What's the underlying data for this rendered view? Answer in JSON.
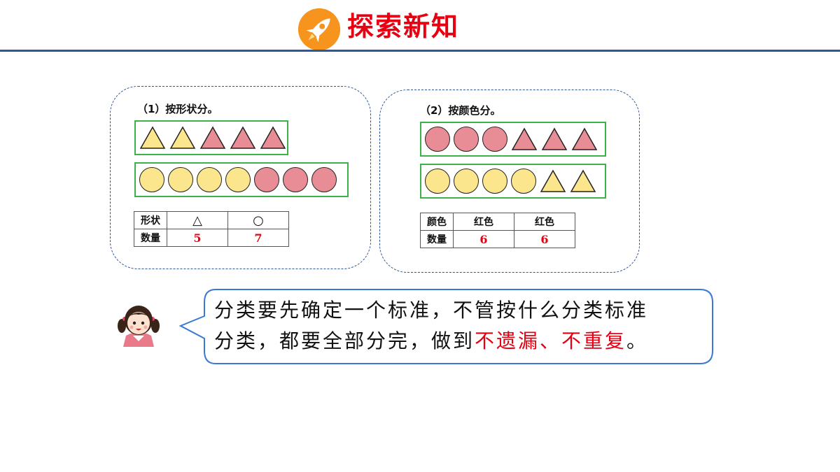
{
  "header": {
    "title": "探索新知",
    "icon": "rocket-icon",
    "accent": "#e60012"
  },
  "panel1": {
    "title": "（1）按形状分。",
    "row1": [
      "yellow-triangle",
      "yellow-triangle",
      "pink-triangle",
      "pink-triangle",
      "pink-triangle"
    ],
    "row2": [
      "yellow-circle",
      "yellow-circle",
      "yellow-circle",
      "yellow-circle",
      "pink-circle",
      "pink-circle",
      "pink-circle"
    ],
    "table": {
      "row_label": "形状",
      "count_label": "数量",
      "col1": "△",
      "col2": "○",
      "val1": "5",
      "val2": "7"
    }
  },
  "panel2": {
    "title": "（2）按颜色分。",
    "row1": [
      "pink-circle",
      "pink-circle",
      "pink-circle",
      "pink-triangle",
      "pink-triangle",
      "pink-triangle"
    ],
    "row2": [
      "yellow-circle",
      "yellow-circle",
      "yellow-circle",
      "yellow-circle",
      "yellow-triangle",
      "yellow-triangle"
    ],
    "table": {
      "row_label": "颜色",
      "count_label": "数量",
      "col1": "红色",
      "col2": "红色",
      "val1": "6",
      "val2": "6"
    }
  },
  "speech": {
    "line1": "分类要先确定一个标准，不管按什么分类标准",
    "line2_black": "分类，都要全部分完，做到",
    "line2_red": "不遗漏、不重复",
    "line2_end": "。"
  },
  "colors": {
    "shape_yellow": "#fbe58d",
    "shape_pink": "#e88c96",
    "group_border": "#3cb24a",
    "panel_border": "#2e5597"
  }
}
